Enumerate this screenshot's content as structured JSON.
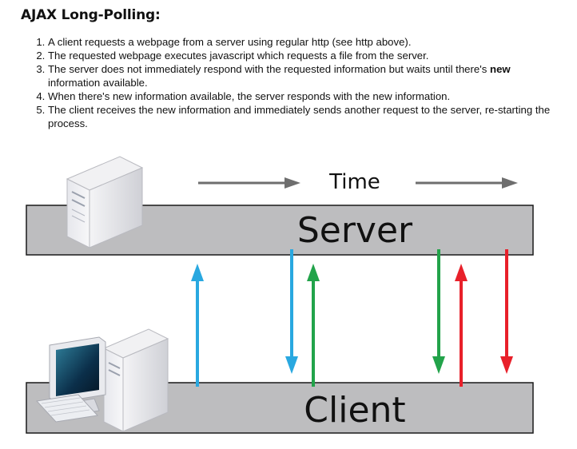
{
  "heading": "AJAX Long-Polling:",
  "steps": [
    {
      "text": "A client requests a webpage from a server using regular http (see http above).",
      "bold": "",
      "rest": ""
    },
    {
      "text": "The requested webpage executes javascript which requests a file from the server.",
      "bold": "",
      "rest": ""
    },
    {
      "text": "The server does not immediately respond with the requested information but waits until there's ",
      "bold": "new",
      "rest": " information available."
    },
    {
      "text": "When there's new information available, the server responds with the new information.",
      "bold": "",
      "rest": ""
    },
    {
      "text": "The client receives the new information and immediately sends another request to the server, re-starting the process.",
      "bold": "",
      "rest": ""
    }
  ],
  "diagram": {
    "time_label": "Time",
    "server_label": "Server",
    "client_label": "Client",
    "colors": {
      "bar_fill": "#bdbdbf",
      "bar_stroke": "#1a1a1a",
      "time_arrow": "#6e6e6e",
      "blue": "#29a8e0",
      "green": "#22a34a",
      "red": "#e8202a"
    },
    "arrows": [
      {
        "name": "client-request-arrow",
        "color": "blue",
        "direction": "up"
      },
      {
        "name": "server-response-arrow",
        "color": "blue",
        "direction": "down"
      },
      {
        "name": "client-request-arrow",
        "color": "green",
        "direction": "up"
      },
      {
        "name": "server-response-arrow",
        "color": "green",
        "direction": "down"
      },
      {
        "name": "client-request-arrow",
        "color": "red",
        "direction": "up"
      },
      {
        "name": "server-response-arrow",
        "color": "red",
        "direction": "down"
      }
    ]
  }
}
